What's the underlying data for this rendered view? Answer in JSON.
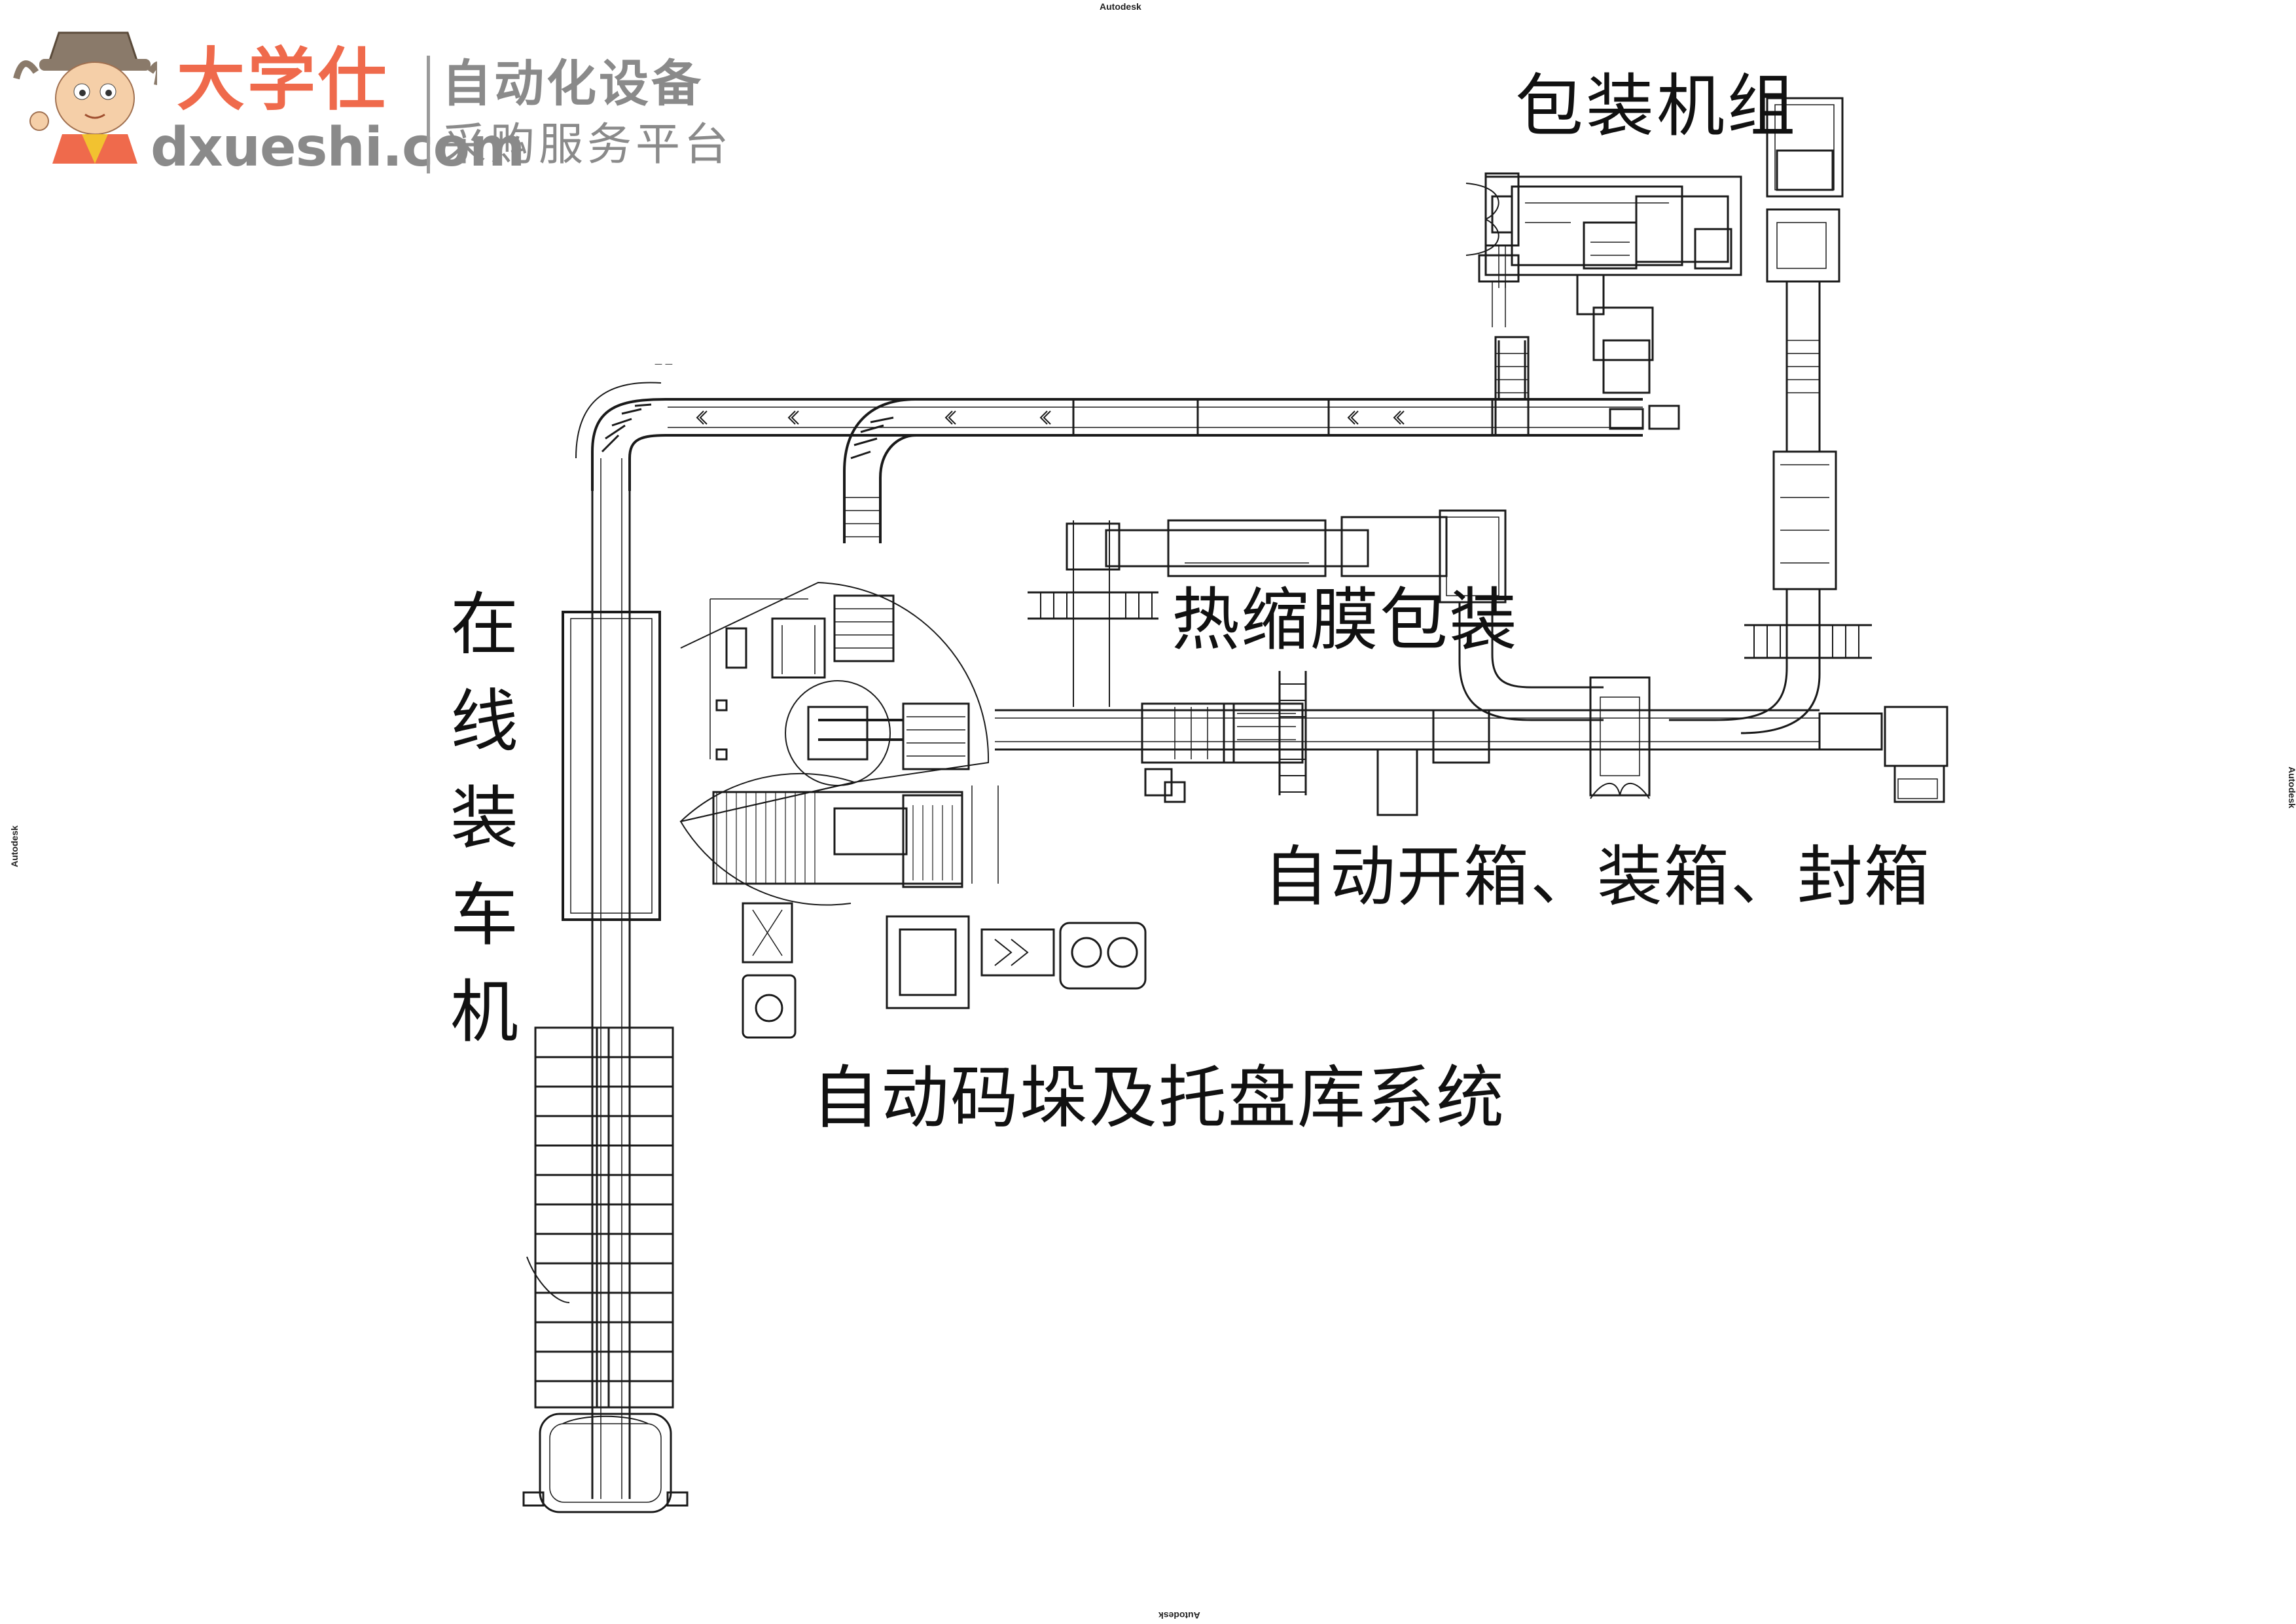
{
  "brand": {
    "name_cn": "大学仕",
    "domain": "dxueshi.com",
    "tagline_1": "自动化设备",
    "tagline_2": "采购服务平台",
    "accent_color": "#ef6a4c",
    "gray_color": "#8a8a8a",
    "mascot_icon": "scholar-mascot-icon"
  },
  "sheet_marks": {
    "top": "Autodesk",
    "bottom": "Autodesk",
    "left": "Autodesk",
    "right": "Autodesk"
  },
  "zones": {
    "packing_unit": "包装机组",
    "shrink_wrap": "热缩膜包装",
    "auto_boxing": "自动开箱、装箱、封箱",
    "palletizing": "自动码垛及托盘库系统",
    "online_loader": "在线装车机"
  },
  "line_color": "#1a1a1a"
}
